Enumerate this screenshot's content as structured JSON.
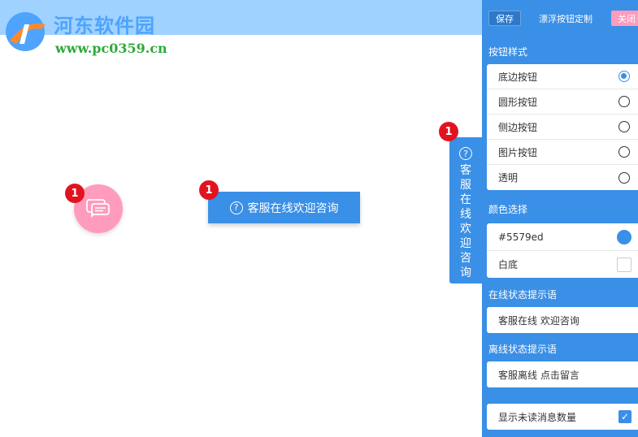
{
  "watermark": {
    "title": "河东软件园",
    "url": "www.pc0359.cn"
  },
  "preview": {
    "circle_badge": "1",
    "rect_badge": "1",
    "side_badge": "1",
    "rect_button_label": "客服在线欢迎咨询",
    "side_button_chars": [
      "客",
      "服",
      "在",
      "线",
      "欢",
      "迎",
      "咨",
      "询"
    ]
  },
  "panel": {
    "save_label": "保存",
    "title": "漂浮按钮定制",
    "close_label": "关闭",
    "button_style": {
      "label": "按钮样式",
      "options": [
        {
          "label": "底边按钮",
          "selected": true
        },
        {
          "label": "圆形按钮",
          "selected": false
        },
        {
          "label": "侧边按钮",
          "selected": false
        },
        {
          "label": "图片按钮",
          "selected": false
        },
        {
          "label": "透明",
          "selected": false
        }
      ]
    },
    "color": {
      "label": "颜色选择",
      "primary_value": "#5579ed",
      "primary_swatch": "#3a8fe6",
      "secondary_label": "白底"
    },
    "online": {
      "label": "在线状态提示语",
      "value": "客服在线 欢迎咨询"
    },
    "offline": {
      "label": "离线状态提示语",
      "value": "客服离线 点击留言"
    },
    "unread": {
      "label": "显示未读消息数量",
      "checked": true
    }
  },
  "colors": {
    "accent": "#3a8fe6",
    "pink": "#ff9bbd",
    "badge": "#e2131f"
  }
}
